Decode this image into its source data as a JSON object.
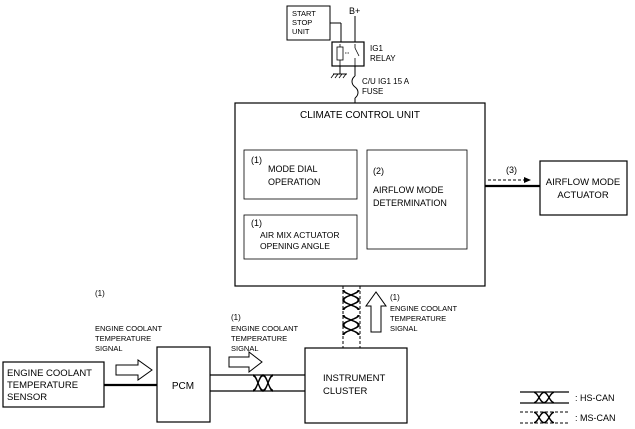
{
  "labels": {
    "start_stop_unit": [
      "START",
      "STOP",
      "UNIT"
    ],
    "b_plus": "B+",
    "ig1_relay": [
      "IG1",
      "RELAY"
    ],
    "fuse": [
      "C/U IG1 15 A",
      "FUSE"
    ],
    "climate_control_unit": "CLIMATE CONTROL UNIT",
    "mode_dial": {
      "num": "(1)",
      "lines": [
        "MODE DIAL",
        "OPERATION"
      ]
    },
    "air_mix": {
      "num": "(1)",
      "lines": [
        "AIR MIX ACTUATOR",
        "OPENING ANGLE"
      ]
    },
    "airflow_mode_determination": {
      "num": "(2)",
      "lines": [
        "AIRFLOW MODE",
        "DETERMINATION"
      ]
    },
    "arrow_3": "(3)",
    "airflow_mode_actuator": [
      "AIRFLOW MODE",
      "ACTUATOR"
    ],
    "signal_cluster_to_ccu": {
      "num": "(1)",
      "lines": [
        "ENGINE COOLANT",
        "TEMPERATURE",
        "SIGNAL"
      ]
    },
    "signal_sensor_to_pcm": {
      "num": "(1)",
      "lines": [
        "ENGINE COOLANT",
        "TEMPERATURE",
        "SIGNAL"
      ]
    },
    "signal_pcm_to_cluster": {
      "num": "(1)",
      "lines": [
        "ENGINE COOLANT",
        "TEMPERATURE",
        "SIGNAL"
      ]
    },
    "ect_sensor": [
      "ENGINE COOLANT",
      "TEMPERATURE",
      "SENSOR"
    ],
    "pcm": "PCM",
    "instrument_cluster": [
      "INSTRUMENT",
      "CLUSTER"
    ],
    "legend_hs_can": ": HS-CAN",
    "legend_ms_can": ": MS-CAN"
  }
}
